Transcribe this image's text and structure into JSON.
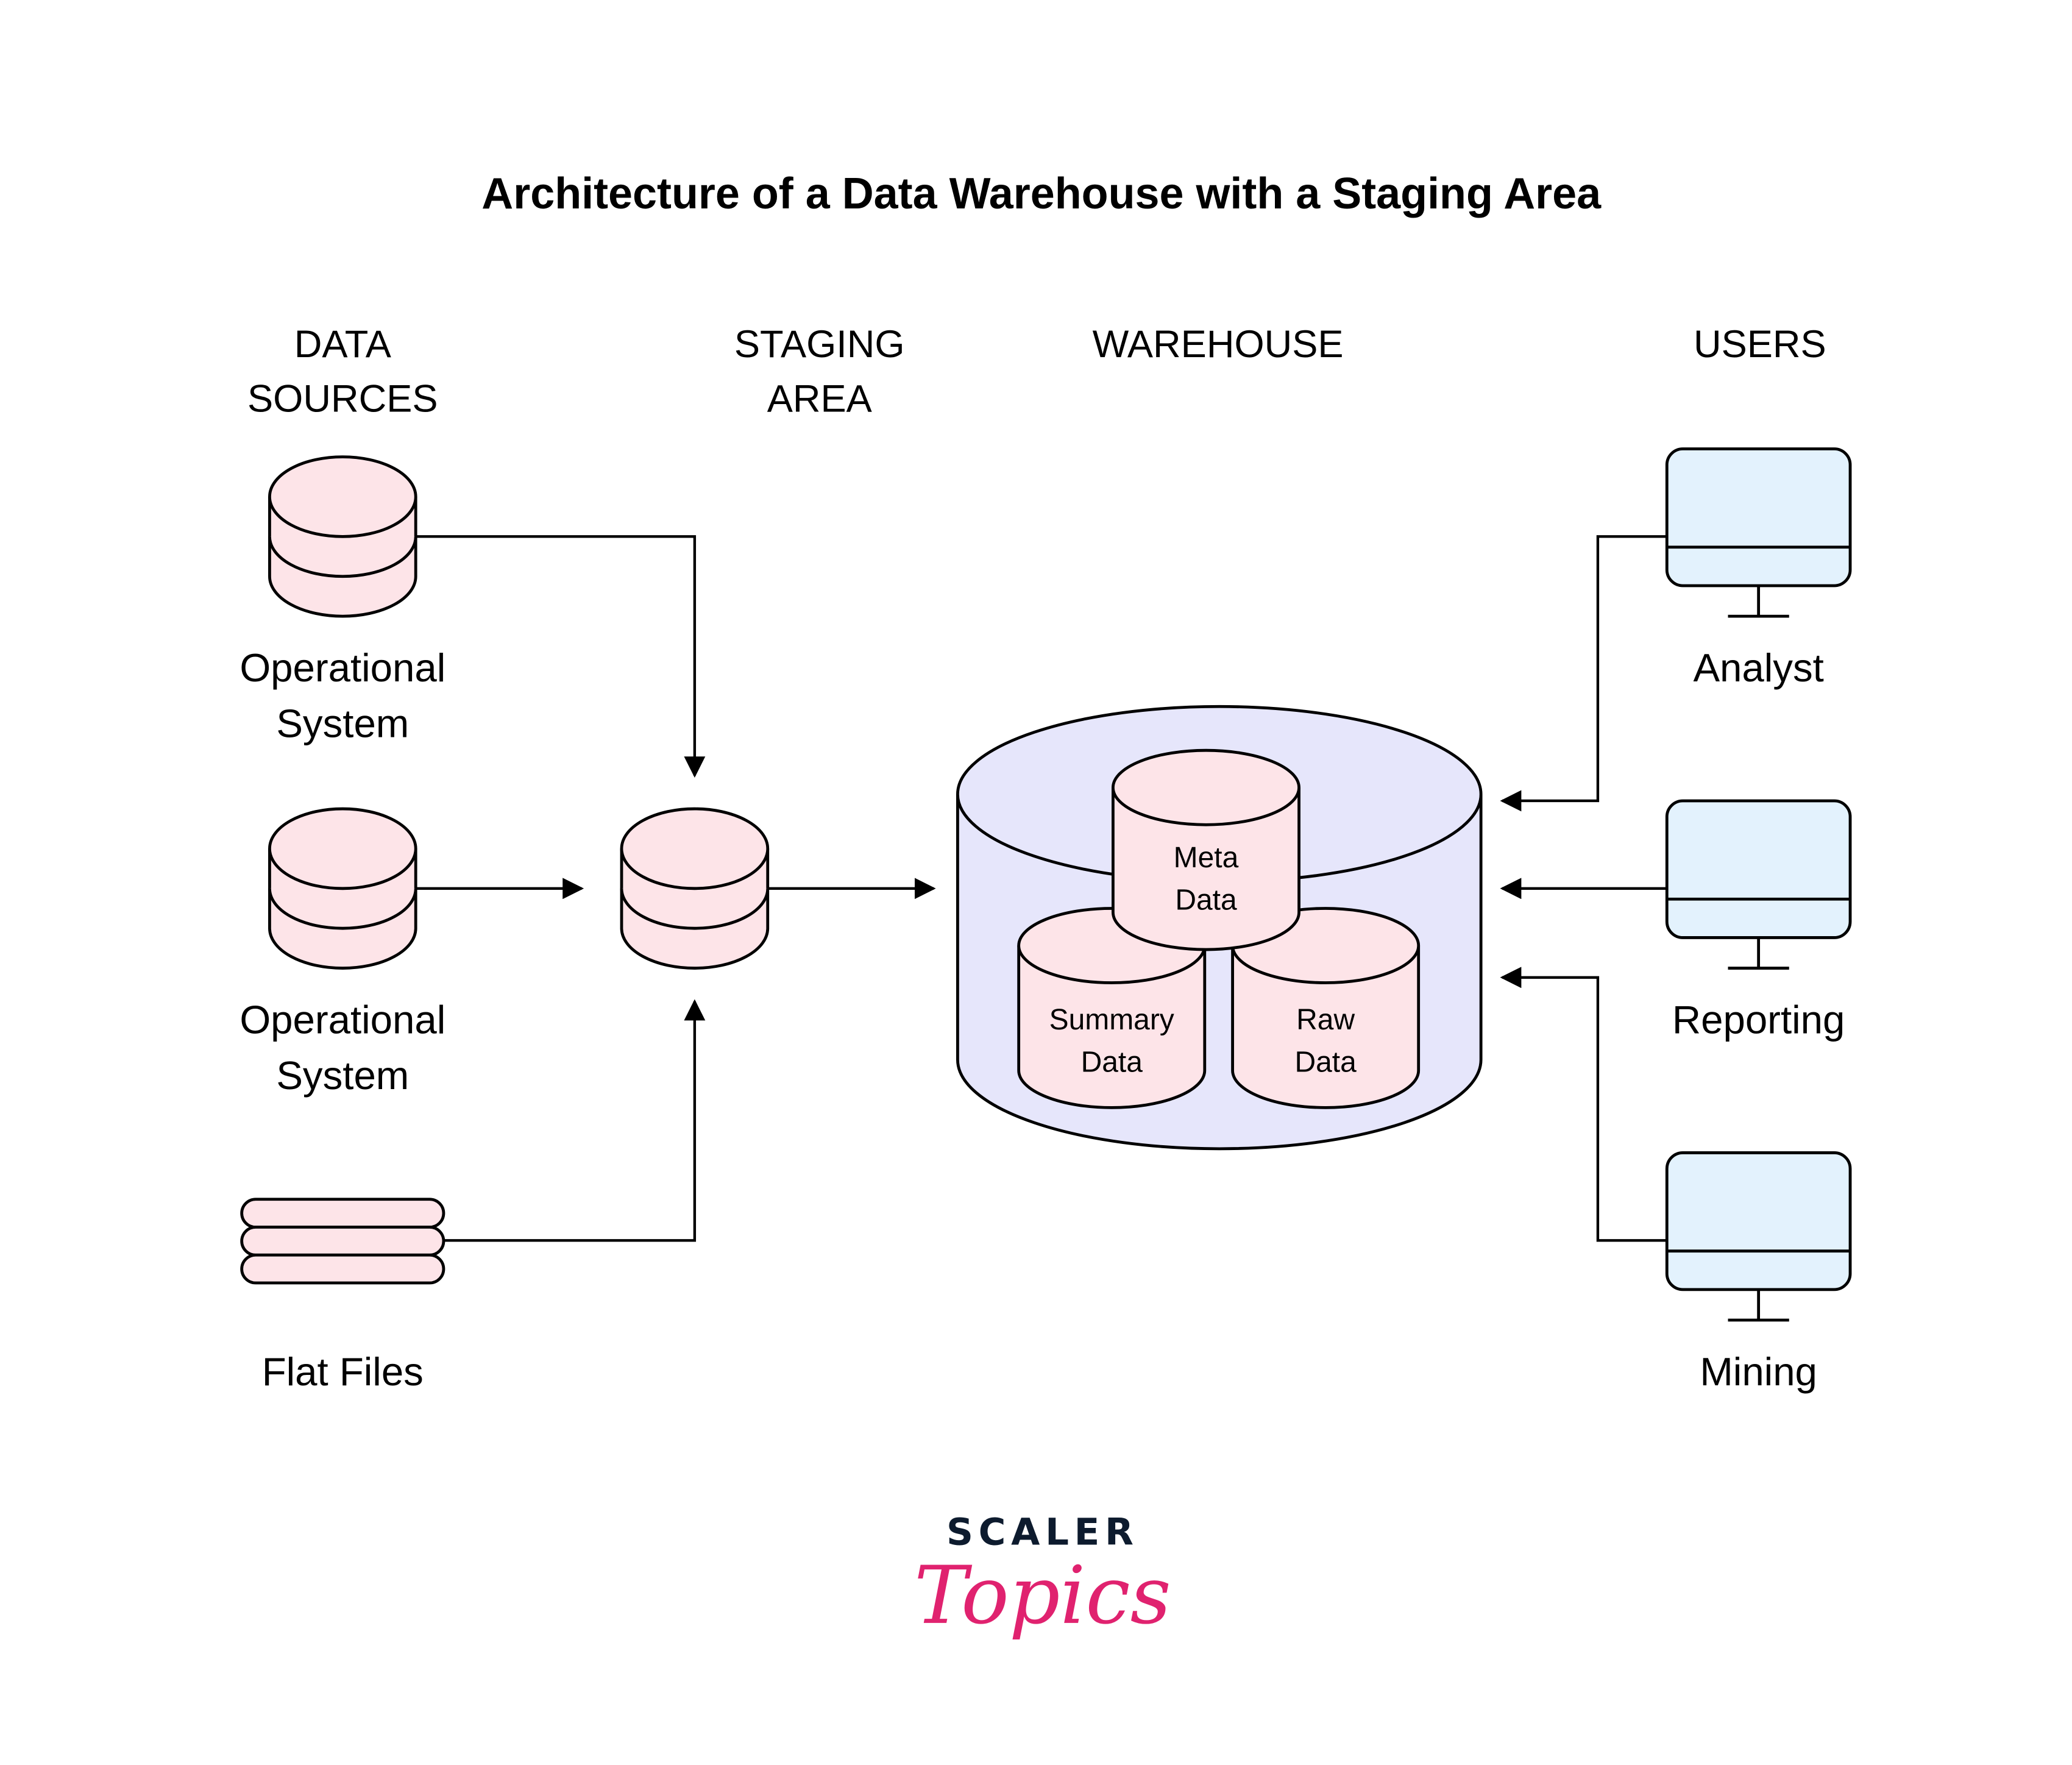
{
  "title": "Architecture of a Data Warehouse with a Staging Area",
  "columns": {
    "sources": [
      "DATA",
      "SOURCES"
    ],
    "staging": [
      "STAGING",
      "AREA"
    ],
    "warehouse": [
      "WAREHOUSE"
    ],
    "users": [
      "USERS"
    ]
  },
  "sources": [
    {
      "label": [
        "Operational",
        "System"
      ],
      "icon": "database-icon"
    },
    {
      "label": [
        "Operational",
        "System"
      ],
      "icon": "database-icon"
    },
    {
      "label": [
        "Flat Files"
      ],
      "icon": "flat-files-icon"
    }
  ],
  "warehouse": {
    "components": [
      {
        "label": [
          "Meta",
          "Data"
        ]
      },
      {
        "label": [
          "Summary",
          "Data"
        ]
      },
      {
        "label": [
          "Raw",
          "Data"
        ]
      }
    ]
  },
  "users": [
    {
      "label": "Analyst",
      "icon": "monitor-icon"
    },
    {
      "label": "Reporting",
      "icon": "monitor-icon"
    },
    {
      "label": "Mining",
      "icon": "monitor-icon"
    }
  ],
  "brand": {
    "line1": "SCALER",
    "line2": "Topics"
  },
  "colors": {
    "db_fill": "#fde4e8",
    "warehouse_fill": "#e6e6fb",
    "monitor_fill": "#e3f2fd",
    "brand_dark": "#0d1b2e",
    "brand_pink": "#e0226f"
  }
}
